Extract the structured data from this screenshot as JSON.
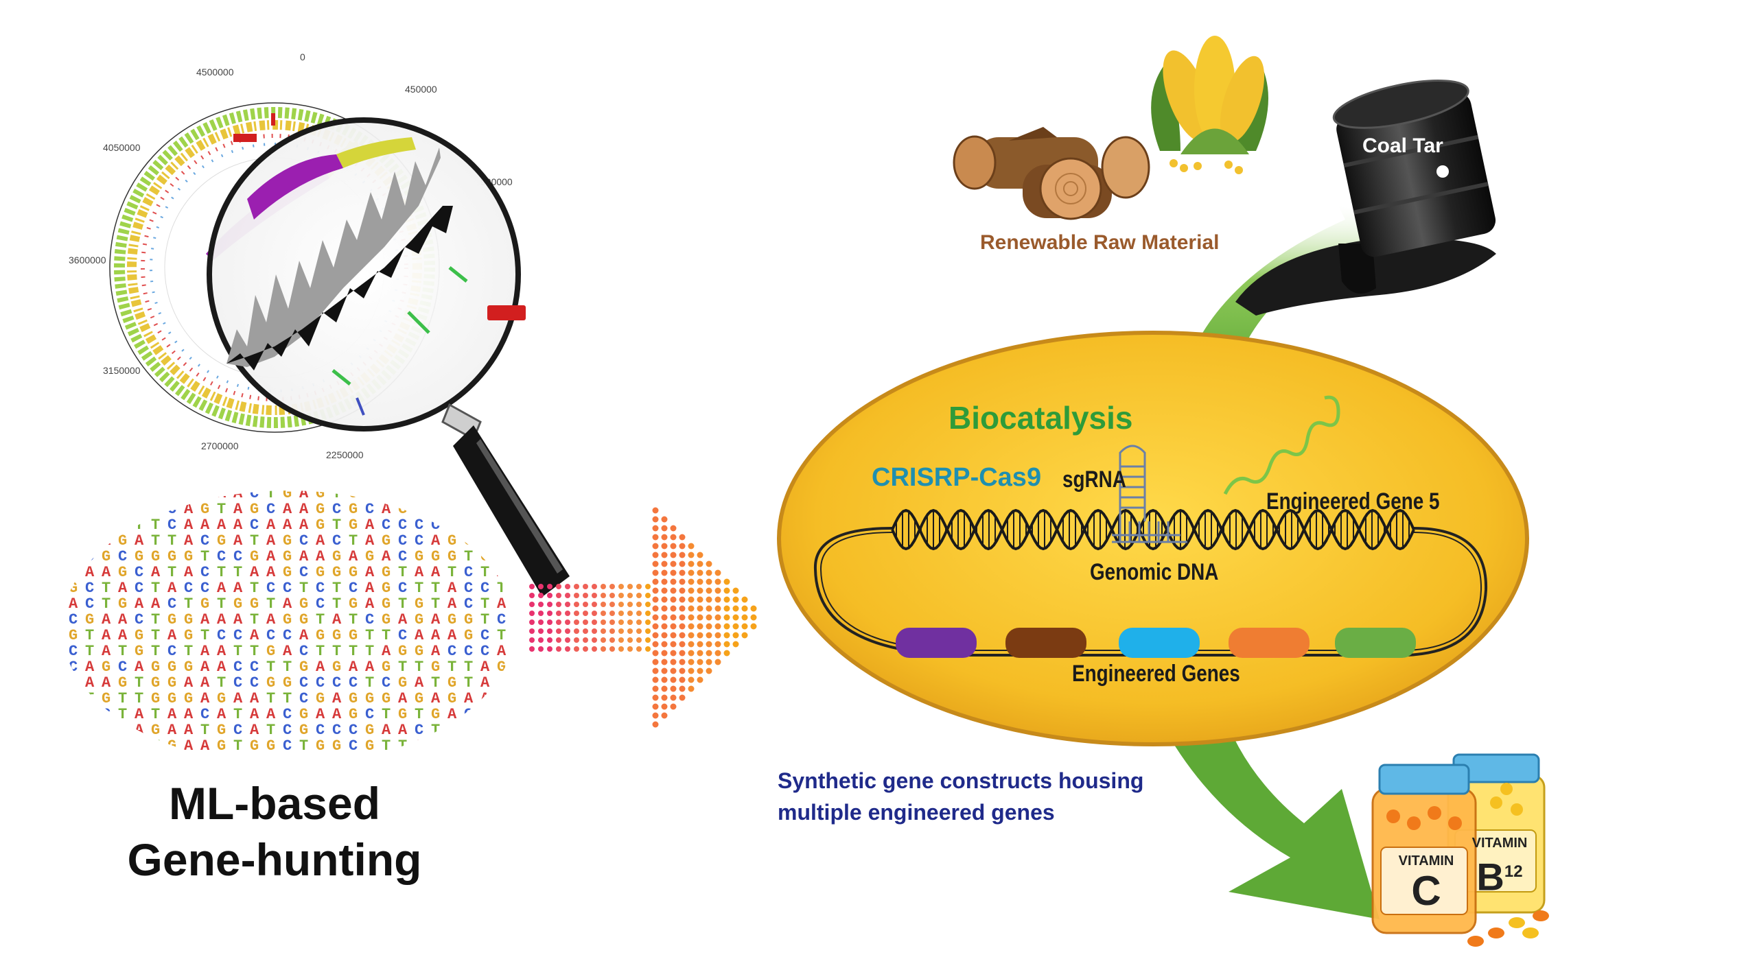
{
  "left": {
    "title_line1": "ML-based",
    "title_line2": "Gene-hunting",
    "genome_ticks": [
      "0",
      "450000",
      "900000",
      "4500000",
      "4050000",
      "3600000",
      "3150000",
      "2700000",
      "2250000"
    ]
  },
  "cell": {
    "biocatalysis": "Biocatalysis",
    "crispr": "CRISRP-Cas9",
    "sgrna": "sgRNA",
    "engineered_gene5": "Engineered Gene 5",
    "genomic_dna": "Genomic DNA",
    "engineered_genes": "Engineered Genes",
    "gene_colors": [
      "#7030a0",
      "#7b3b12",
      "#1fb0ea",
      "#ef7d32",
      "#6aae45"
    ]
  },
  "inputs": {
    "renewable": "Renewable Raw Material",
    "coal_tar": "Coal Tar"
  },
  "caption": {
    "line1": "Synthetic gene constructs housing",
    "line2": "multiple engineered genes"
  },
  "vitamins": {
    "vitamin_label": "VITAMIN",
    "c_letter": "C",
    "b_letter": "B",
    "b_sup": "12"
  },
  "colors": {
    "cell_fill": "#f7c42e",
    "cell_border": "#c78a1a",
    "arrow_green": "#6db33f",
    "label_green": "#2e9b3a",
    "label_teal": "#1f8fb0",
    "caption_navy": "#1f2a8a"
  }
}
